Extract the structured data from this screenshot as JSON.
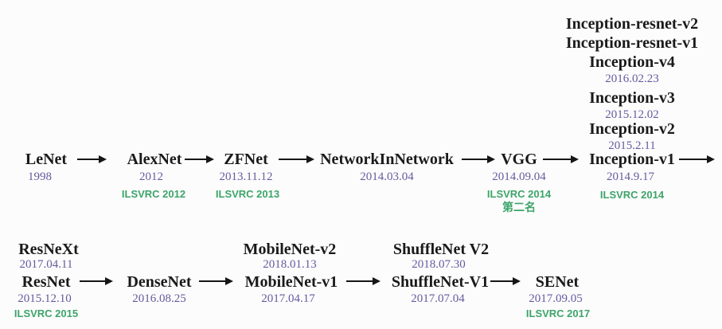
{
  "colors": {
    "name": "#1a1a1a",
    "date": "#675a9e",
    "award": "#3da46a",
    "arrow": "#161616",
    "background": "#fcfcfc"
  },
  "row1": {
    "nodes": [
      {
        "name": "LeNet",
        "date": "1998"
      },
      {
        "name": "AlexNet",
        "date": "2012",
        "award": "ILSVRC 2012"
      },
      {
        "name": "ZFNet",
        "date": "2013.11.12",
        "award": "ILSVRC 2013"
      },
      {
        "name": "NetworkInNetwork",
        "date": "2014.03.04"
      },
      {
        "name": "VGG",
        "date": "2014.09.04",
        "award": "ILSVRC 2014",
        "award_note": "第二名"
      },
      {
        "name": "Inception-v1",
        "date": "2014.9.17",
        "award": "ILSVRC 2014"
      }
    ],
    "inception_stack": [
      {
        "name": "Inception-resnet-v2"
      },
      {
        "name": "Inception-resnet-v1"
      },
      {
        "name": "Inception-v4",
        "date": "2016.02.23"
      },
      {
        "name": "Inception-v3",
        "date": "2015.12.02"
      },
      {
        "name": "Inception-v2",
        "date": "2015.2.11"
      }
    ]
  },
  "row2": {
    "nodes": [
      {
        "name": "ResNet",
        "date": "2015.12.10",
        "award": "ILSVRC 2015"
      },
      {
        "name": "DenseNet",
        "date": "2016.08.25"
      },
      {
        "name": "MobileNet-v1",
        "date": "2017.04.17"
      },
      {
        "name": "ShuffleNet-V1",
        "date": "2017.07.04"
      },
      {
        "name": "SENet",
        "date": "2017.09.05",
        "award": "ILSVRC 2017"
      }
    ],
    "variants": [
      {
        "name": "ResNeXt",
        "date": "2017.04.11"
      },
      {
        "name": "MobileNet-v2",
        "date": "2018.01.13"
      },
      {
        "name": "ShuffleNet V2",
        "date": "2018.07.30"
      }
    ]
  }
}
